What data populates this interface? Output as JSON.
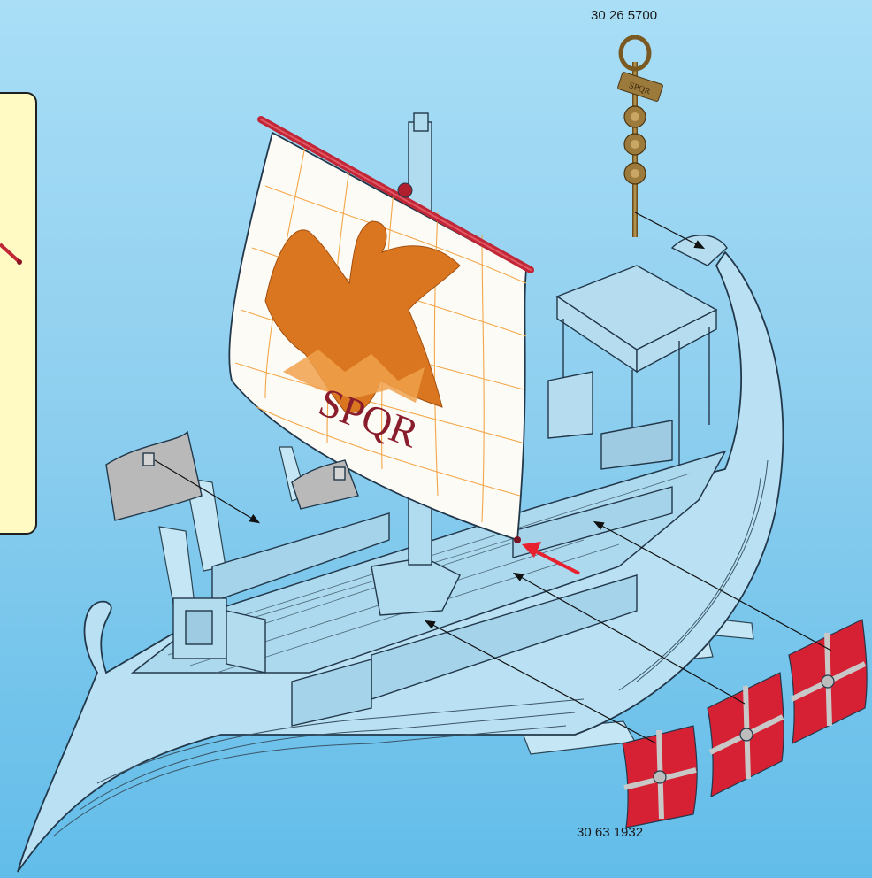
{
  "part_labels": {
    "standard": "30 26 5700",
    "shields": "30 63 1932"
  },
  "sail": {
    "emblem_text": "SPQR"
  },
  "standard": {
    "plaque_text": "SPQR"
  },
  "colors": {
    "background_top": "#a9def6",
    "background_bottom": "#62bde9",
    "hull": "#b9e1f3",
    "inset_panel": "#fff9c4",
    "sail": "#fdfbf6",
    "sail_grid": "#f3a648",
    "eagle": "#d9761f",
    "yard": "#c02636",
    "shield": "#d62033",
    "pointer_arrow": "#e8212f",
    "standard": "#9c7a3c"
  },
  "icons": [
    "arrow-pointer-icon",
    "roman-eagle-icon",
    "laurel-wreath-icon"
  ]
}
